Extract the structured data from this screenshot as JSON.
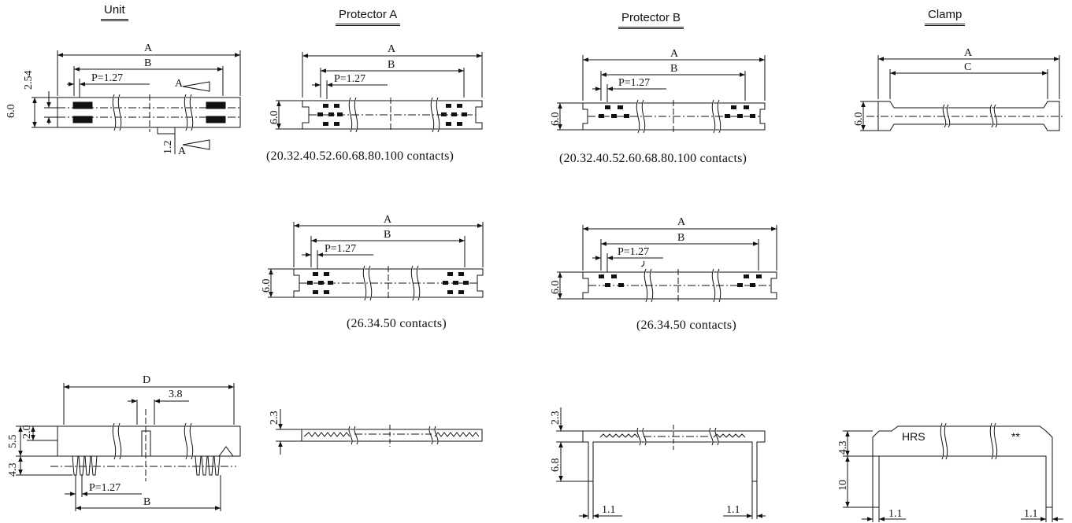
{
  "headings": {
    "unit": "Unit",
    "protector_a": "Protector A",
    "protector_b": "Protector B",
    "clamp": "Clamp"
  },
  "captions": {
    "pa_row1": "(20.32.40.52.60.68.80.100 contacts)",
    "pb_row1": "(20.32.40.52.60.68.80.100 contacts)",
    "pa_row2": "(26.34.50 contacts)",
    "pb_row2": "(26.34.50 contacts)"
  },
  "dims": {
    "A": "A",
    "B": "B",
    "C": "C",
    "D": "D",
    "pitch": "P=1.27",
    "h6": "6.0",
    "d254": "2.54",
    "d12": "1.2",
    "sec_a": "A",
    "d38": "3.8",
    "d55": "5.5",
    "d20": "2.0",
    "d43": "4.3",
    "d23": "2.3",
    "d68": "6.8",
    "d11": "1.1",
    "d10": "10",
    "hrs": "HRS",
    "stars": "**"
  }
}
